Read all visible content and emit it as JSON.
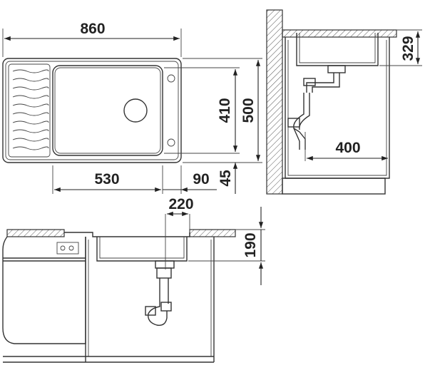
{
  "colors": {
    "line": "#333333",
    "background": "#ffffff",
    "hatch": "#555555"
  },
  "top_view": {
    "width_label": "860",
    "height_label": "500",
    "bowl_height_label": "410",
    "bowl_width_label": "530",
    "offset_label": "90",
    "edge_label": "45"
  },
  "side_view": {
    "depth_label": "329",
    "drain_offset_label": "400"
  },
  "front_view": {
    "drain_offset_label": "220",
    "depth_label": "190"
  }
}
